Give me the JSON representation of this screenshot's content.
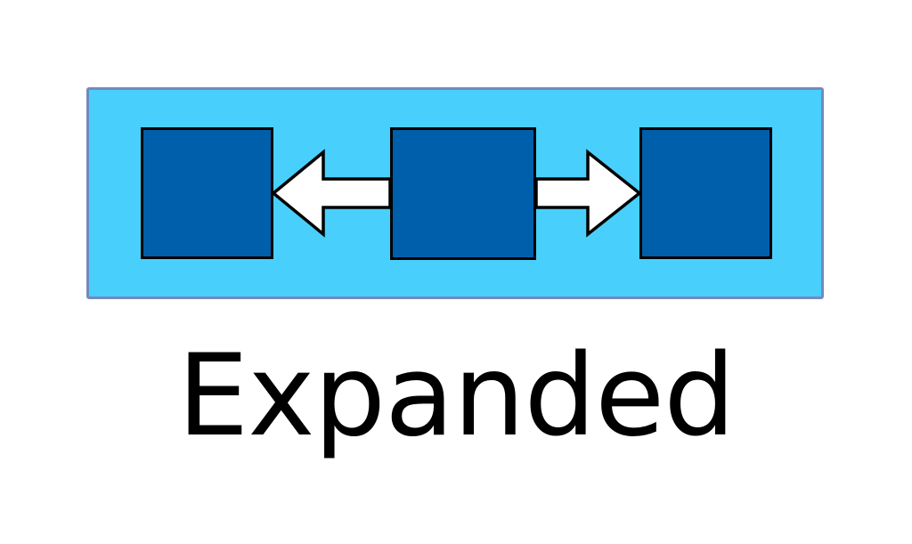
{
  "diagram": {
    "label": "Expanded",
    "colors": {
      "background": "#FFFFFF",
      "group_fill": "#49CFFB",
      "group_border": "#7589BD",
      "node_fill": "#005FAA",
      "node_border": "#000000",
      "arrow_fill": "#FFFFFF",
      "arrow_outline": "#000000",
      "label_color": "#000000"
    },
    "nodes": [
      {
        "id": "left-square"
      },
      {
        "id": "center-square"
      },
      {
        "id": "right-square"
      }
    ],
    "arrows": [
      {
        "id": "left-arrow",
        "direction": "left",
        "from": "center-square",
        "to": "left-square"
      },
      {
        "id": "right-arrow",
        "direction": "right",
        "from": "center-square",
        "to": "right-square"
      }
    ]
  }
}
